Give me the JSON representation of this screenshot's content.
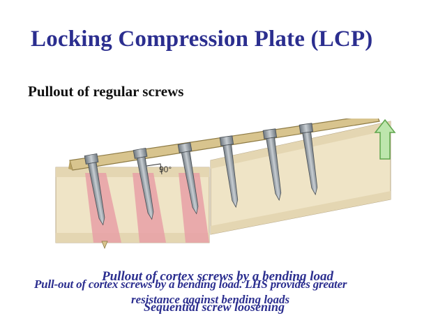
{
  "slide": {
    "title": "Locking Compression Plate (LCP)",
    "subtitle": "Pullout of regular screws"
  },
  "figure": {
    "angle_label": "90°",
    "icons": [
      "pullout-arrow-icon"
    ]
  },
  "captions": {
    "line_a": "Pullout of cortex screws by a bending load",
    "line_b": "Pull-out of cortex screws by a bending load. LHS provides greater",
    "line_c": "resistance against bending loads",
    "line_d": "Sequential screw loosening"
  },
  "colors": {
    "title": "#2b2e8f",
    "bone": "#efe4c6",
    "plate": "#d8c48e",
    "screw": "#9aa3ab",
    "highlight": "#e8a0a6",
    "arrow": "#8fcf7a"
  }
}
